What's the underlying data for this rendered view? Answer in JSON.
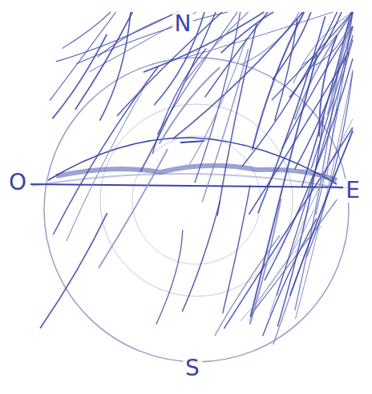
{
  "diagram": {
    "labels": [
      "N",
      "O",
      "E",
      "S"
    ]
  }
}
